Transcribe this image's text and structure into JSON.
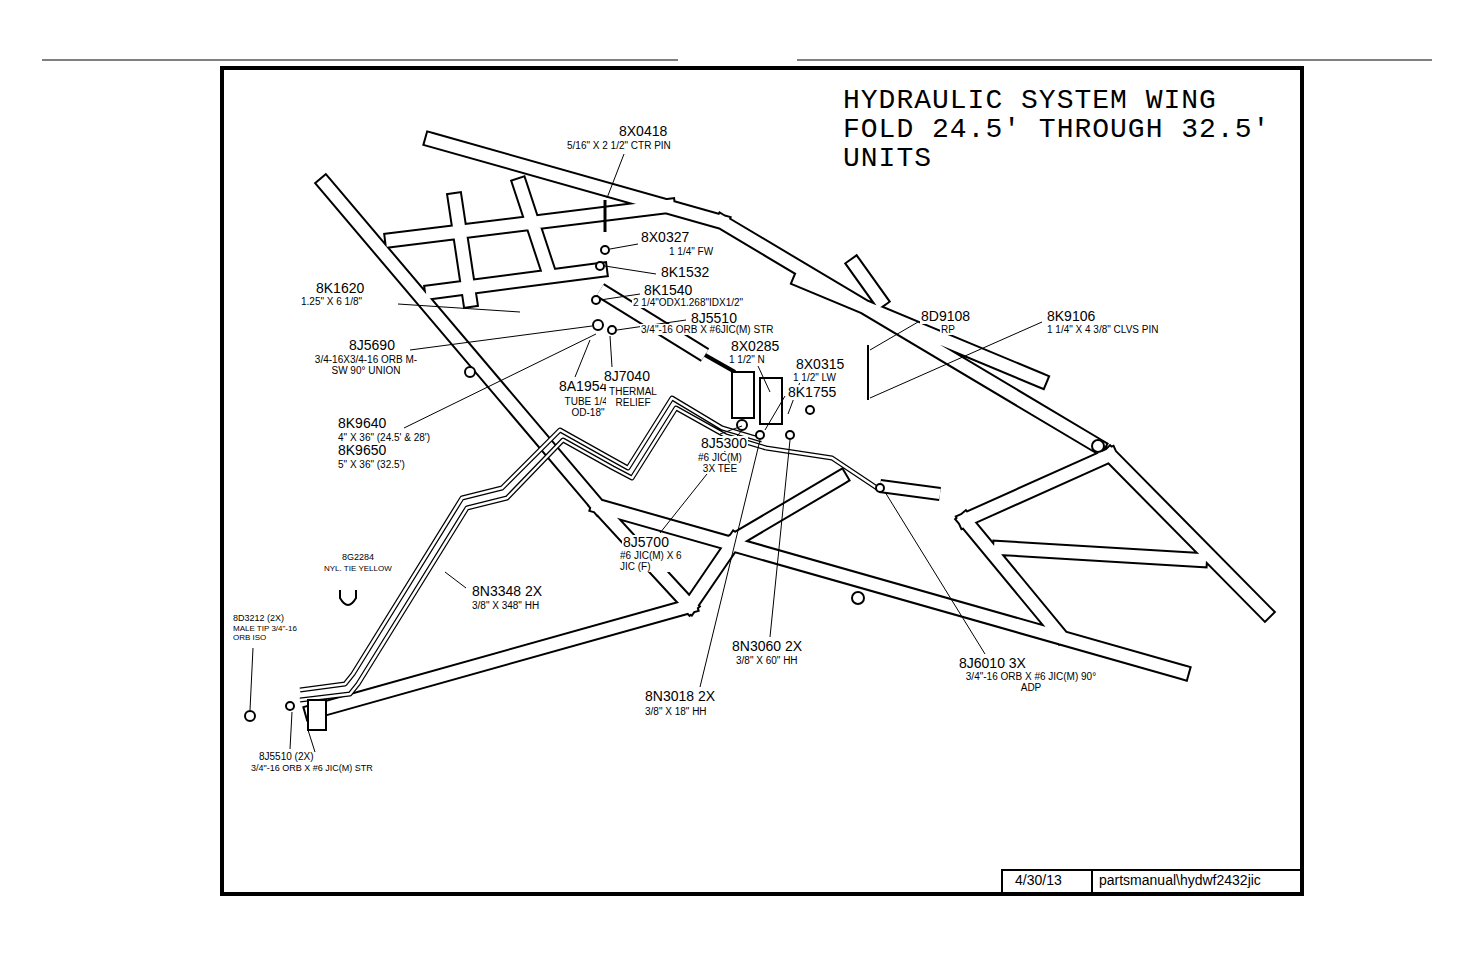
{
  "diagram": {
    "title": "HYDRAULIC SYSTEM WING FOLD 24.5' THROUGH 32.5' UNITS",
    "labels": [
      "8X0418",
      "5/16\" X 2 1/2\" CTR PIN",
      "8X0327",
      "1 1/4\" FW",
      "8K1532",
      "8K1620",
      "1.25\" X 6 1/8\"",
      "8K1540",
      "2 1/4\"ODX1.268\"IDX1/2\"",
      "8J5510",
      "3/4\"-16 ORB X #6JIC(M) STR",
      "8J5690",
      "3/4-16X3/4-16 ORB M-SW 90° UNION",
      "8X0285",
      "1 1/2\" N",
      "8X0315",
      "1 1/2\" LW",
      "8D9108",
      "RP",
      "8K9106",
      "1 1/4\" X 4 3/8\" CLVS PIN",
      "8K1755",
      "8A1954",
      "TUBE 1/4\" OD-18\"",
      "8J7040",
      "THERMAL RELIEF",
      "8K9640",
      "4\" X 36\" (24.5' & 28')",
      "8K9650",
      "5\" X 36\" (32.5')",
      "8J5300",
      "#6 JIC(M) 3X TEE",
      "8J5700",
      "#6 JIC(M) X 6 JIC (F)",
      "8G2284",
      "NYL. TIE YELLOW",
      "8N3348 2X",
      "3/8\" X 348\" HH",
      "8D3212 (2X)",
      "MALE TIP 3/4\"-16 ORB ISO",
      "8N3060 2X",
      "3/8\" X 60\" HH",
      "8N3018 2X",
      "3/8\" X 18\" HH",
      "8J6010 3X",
      "3/4\"-16 ORB X #6 JIC(M) 90° ADP",
      "8J5510 (2X)",
      "3/4\"-16 ORB X #6 JIC(M) STR",
      "4/30/13",
      "partsmanual\\hydwf2432jic"
    ]
  }
}
